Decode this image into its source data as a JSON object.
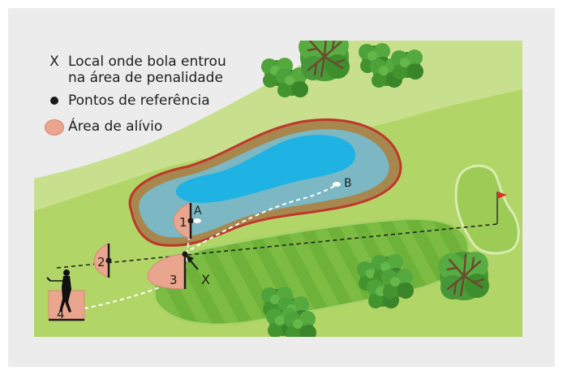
{
  "legend": {
    "x_symbol": "X",
    "x_text_line1": "Local onde bola entrou",
    "x_text_line2": "na área de penalidade",
    "points_text": "Pontos de referência",
    "relief_text": "Área de alívio"
  },
  "labels": {
    "a": "A",
    "b": "B",
    "x": "X",
    "area1": "1",
    "area2": "2",
    "area3": "3",
    "area4": "4"
  },
  "colors": {
    "background": "#ececec",
    "rough": "#b2d567",
    "fringe": "#c8e08e",
    "fairway": "#7cbc42",
    "green": "#9ccb56",
    "water": "#1fb3e4",
    "water_shallow": "#7bb8c3",
    "hazard_line": "#c0362c",
    "relief_area": "#eaa58e",
    "flag": "#d9302a"
  }
}
